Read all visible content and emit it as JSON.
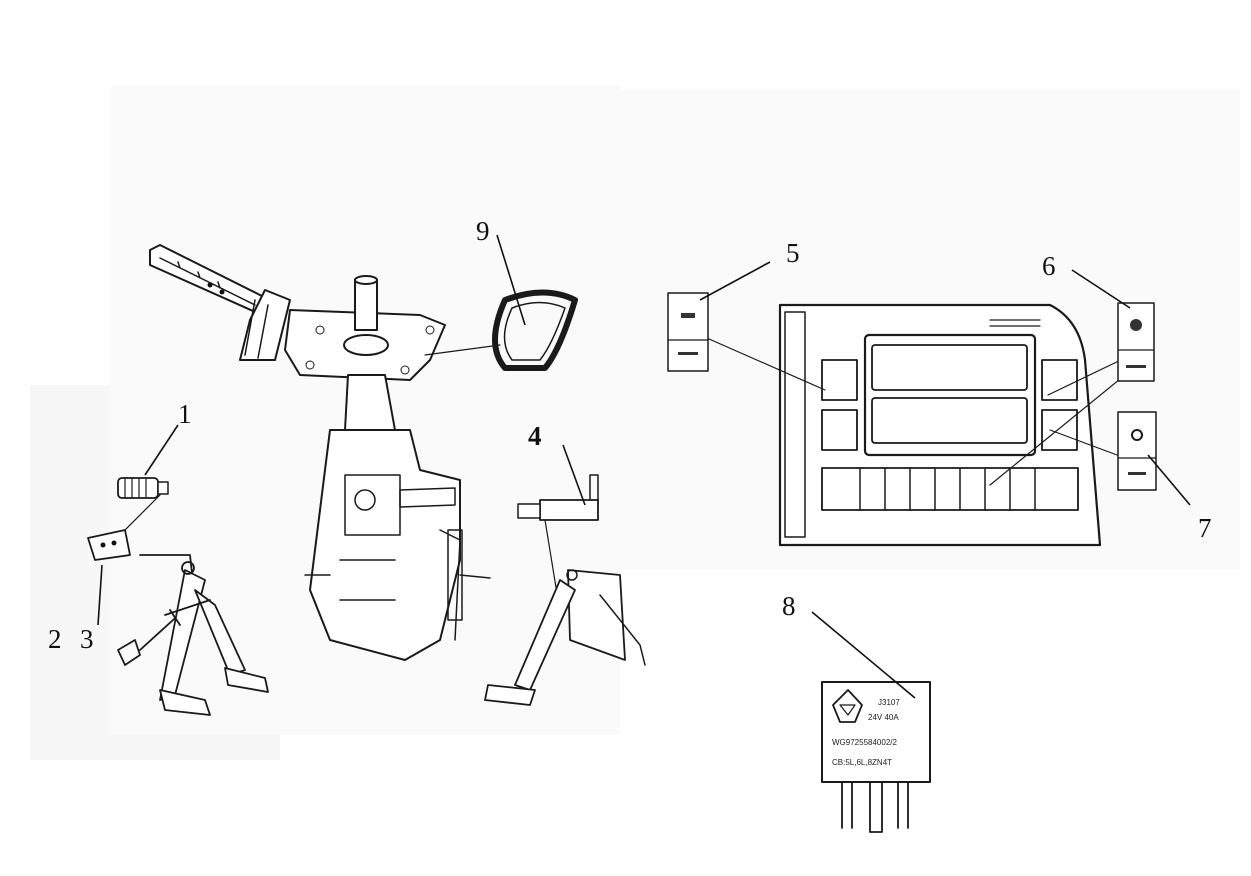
{
  "diagram": {
    "callouts": [
      {
        "id": "1",
        "text": "1"
      },
      {
        "id": "2",
        "text": "2"
      },
      {
        "id": "3",
        "text": "3"
      },
      {
        "id": "4",
        "text": "4"
      },
      {
        "id": "5",
        "text": "5"
      },
      {
        "id": "6",
        "text": "6"
      },
      {
        "id": "7",
        "text": "7"
      },
      {
        "id": "8",
        "text": "8"
      },
      {
        "id": "9",
        "text": "9"
      }
    ],
    "relay_label": {
      "line1": "J3107",
      "line2": "24V 40A",
      "line3": "WG9725584002/2",
      "line4": "CB:5L,6L,8ZN4T"
    }
  }
}
